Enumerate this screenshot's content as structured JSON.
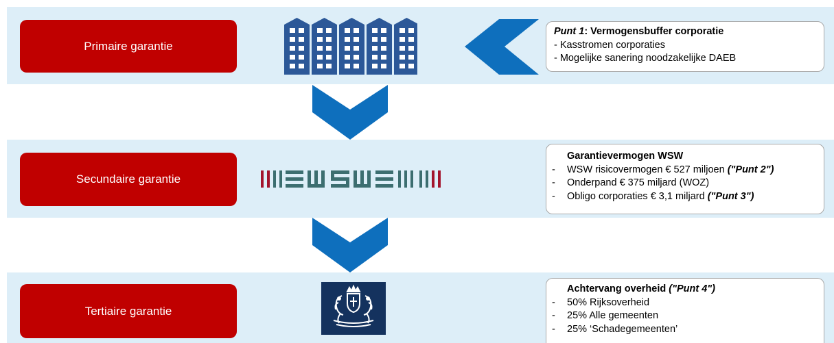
{
  "rows": [
    {
      "label": "Primaire garantie",
      "box": {
        "title_italic": "Punt 1",
        "title_rest": ": Vermogensbuffer corporatie",
        "items": [
          "- Kasstromen corporaties",
          "- Mogelijke sanering noodzakelijke DAEB"
        ]
      }
    },
    {
      "label": "Secundaire garantie",
      "box": {
        "title": "Garantievermogen WSW",
        "items": [
          {
            "text": "WSW risicovermogen € 527 miljoen ",
            "highlight": "(\"Punt 2\")"
          },
          {
            "text": "Onderpand € 375 miljard (WOZ)",
            "highlight": ""
          },
          {
            "text": "Obligo corporaties € 3,1 miljard ",
            "highlight": "(\"Punt 3\")"
          }
        ]
      }
    },
    {
      "label": "Tertiaire garantie",
      "box": {
        "title": "Achtervang overheid ",
        "title_highlight": "(\"Punt 4\")",
        "items": [
          "50% Rijksoverheid",
          "25% Alle gemeenten",
          "25% ‘Schadegemeenten’"
        ]
      }
    }
  ],
  "colors": {
    "band": "#ddeef8",
    "red_button": "#c00000",
    "arrow_blue": "#0e6fbd",
    "building_blue": "#2c5898",
    "wsw_teal": "#3c6e70",
    "wsw_red": "#a3142c",
    "crest_navy": "#14325e"
  },
  "icons": {
    "row1": "apartment-building-icon",
    "row2": "wsw-logo",
    "row3": "rijksoverheid-coat-of-arms-logo",
    "flow": "chevron-down-icon",
    "pointer": "chevron-left-icon"
  }
}
